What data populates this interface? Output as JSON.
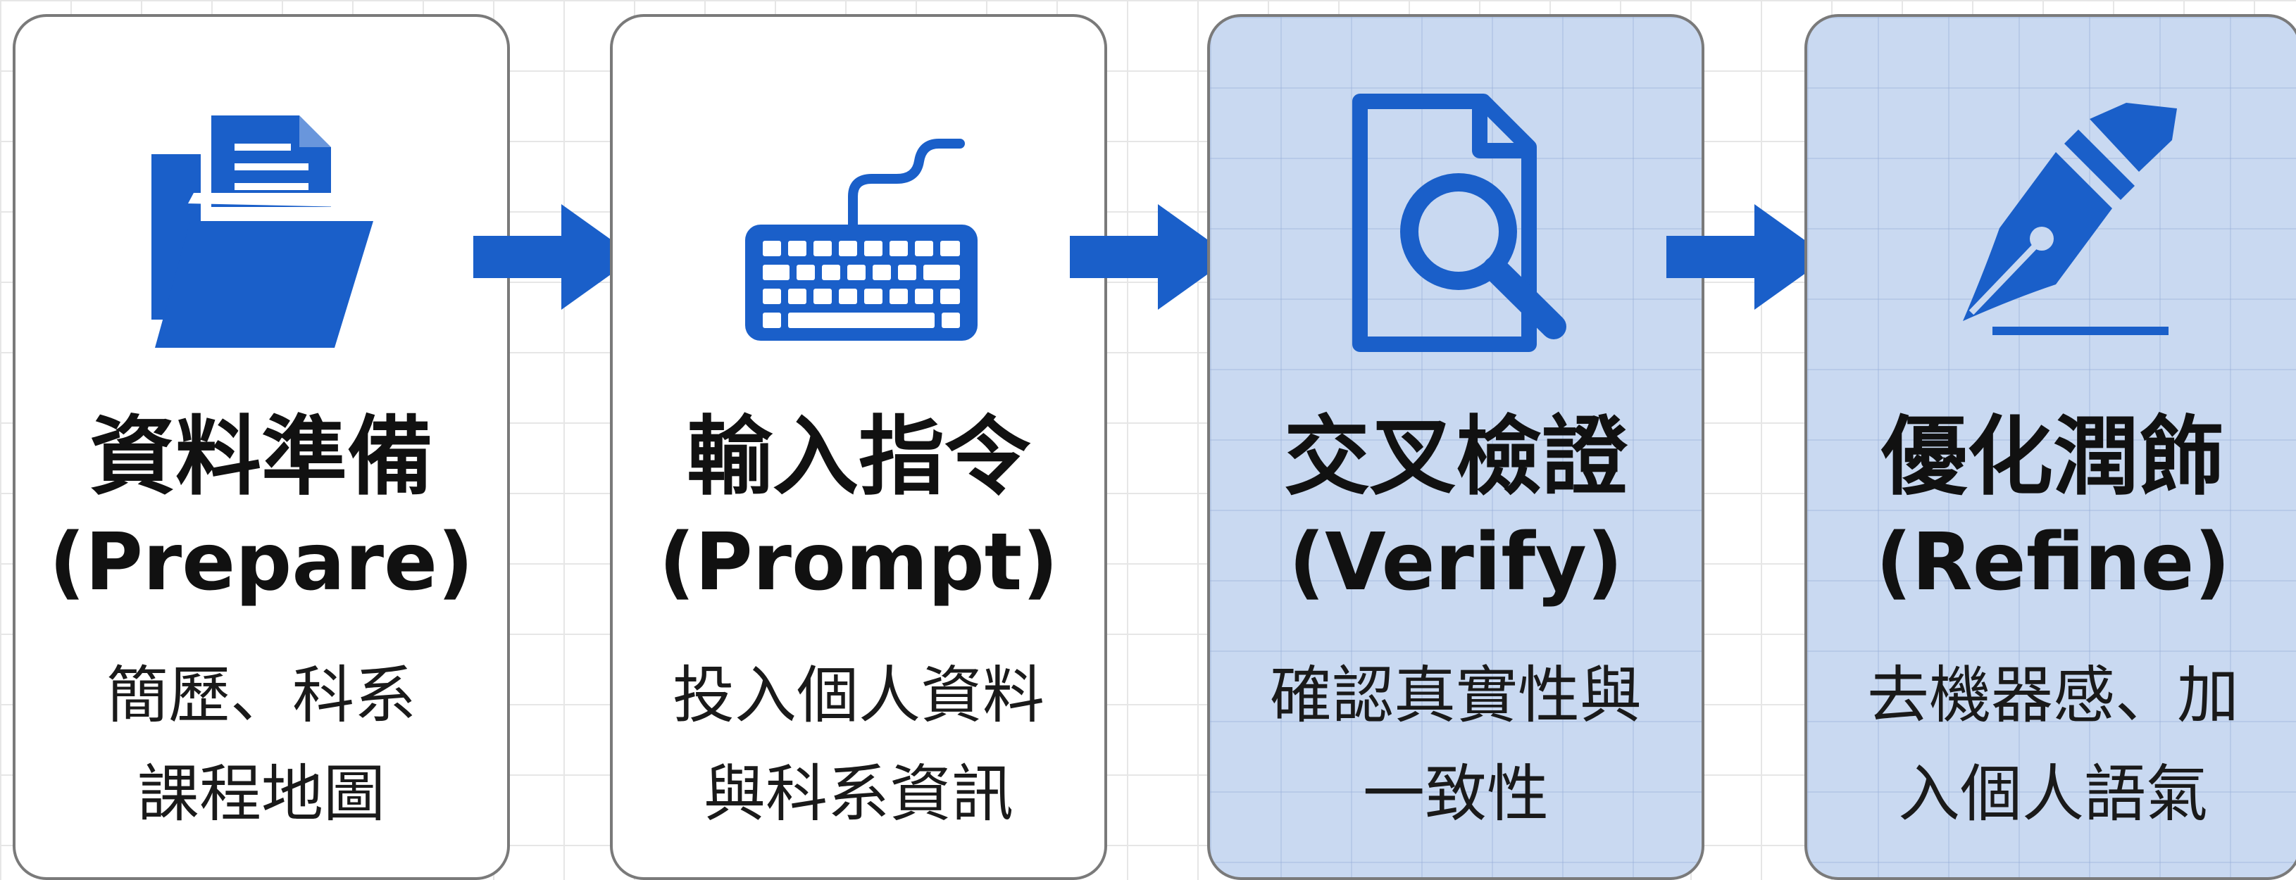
{
  "colors": {
    "accent": "#1a5fc9",
    "card_blue_bg": "#c9d9f1",
    "card_border": "#7a7a7a"
  },
  "steps": [
    {
      "title": "資料準備",
      "title_en": "(Prepare)",
      "desc_line1": "簡歷、科系",
      "desc_line2": "課程地圖",
      "icon": "folder-icon",
      "highlighted": false
    },
    {
      "title": "輸入指令",
      "title_en": "(Prompt)",
      "desc_line1": "投入個人資料",
      "desc_line2": "與科系資訊",
      "icon": "keyboard-icon",
      "highlighted": false
    },
    {
      "title": "交叉檢證",
      "title_en": "(Verify)",
      "desc_line1": "確認真實性與",
      "desc_line2": "一致性",
      "icon": "magnifier-document-icon",
      "highlighted": true
    },
    {
      "title": "優化潤飾",
      "title_en": "(Refine)",
      "desc_line1": "去機器感、加",
      "desc_line2": "入個人語氣",
      "icon": "fountain-pen-icon",
      "highlighted": true
    }
  ],
  "arrows": [
    "arrow-right-icon",
    "arrow-right-icon",
    "arrow-right-icon"
  ]
}
